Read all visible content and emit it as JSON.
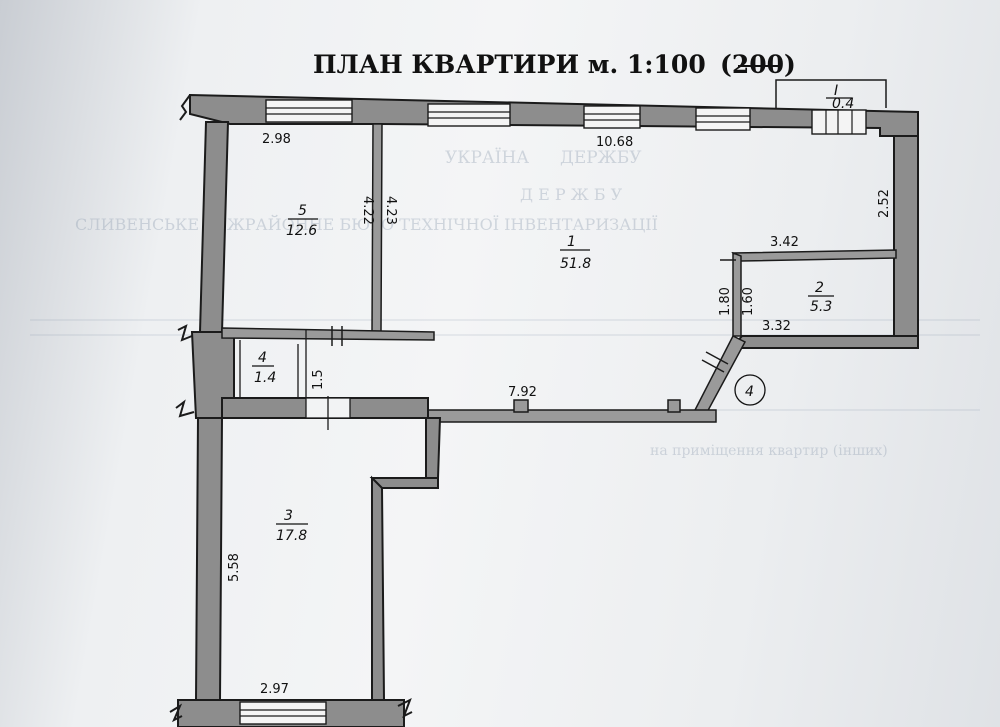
{
  "title": "ПЛАН КВАРТИРИ м. 1:100",
  "title_struck": "(200)",
  "rooms": [
    {
      "number": "1",
      "area": "51.8"
    },
    {
      "number": "2",
      "area": "5.3"
    },
    {
      "number": "3",
      "area": "17.8"
    },
    {
      "number": "4",
      "area": "1.4"
    },
    {
      "number": "5",
      "area": "12.6"
    },
    {
      "number": "I",
      "area": "0.4"
    }
  ],
  "dimensions": {
    "room5_width_top": "2.98",
    "room5_height": "4.22",
    "room1_left_height": "4.23",
    "front_width": "10.68",
    "right_height": "2.52",
    "room2_top": "3.42",
    "room2_left_outer": "1.80",
    "room2_left_inner": "1.60",
    "room2_bottom": "3.32",
    "room4_height": "1.5",
    "corridor_length": "7.92",
    "room3_height": "5.58",
    "room3_width_bottom": "2.97"
  },
  "marker": "4",
  "colors": {
    "wall": "#8d8d8d",
    "ink": "#111111",
    "stamp": "#8b9aae"
  }
}
